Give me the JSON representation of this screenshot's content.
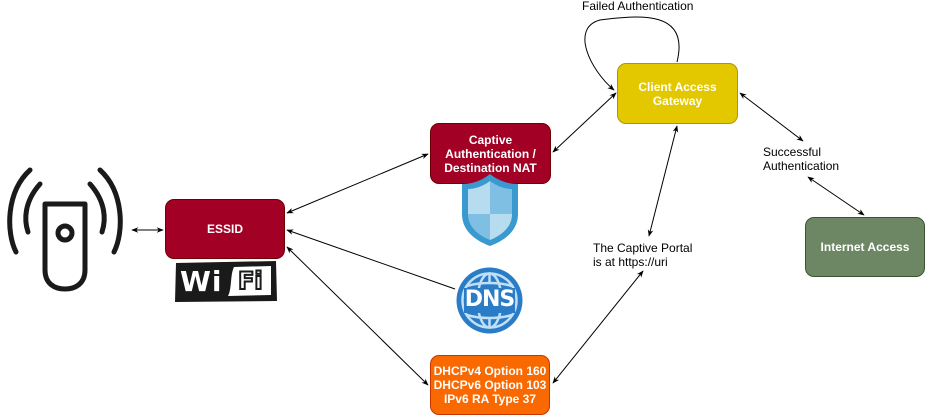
{
  "diagram": {
    "title": "Captive Portal Flow",
    "nodes": {
      "essid": {
        "label": "ESSID",
        "color": "#a20025"
      },
      "captive": {
        "label": "Captive\nAuthentication /\nDestination NAT",
        "color": "#a20025"
      },
      "gateway": {
        "label": "Client Access\nGateway",
        "color": "#e3c800"
      },
      "internet": {
        "label": "Internet Access",
        "color": "#6d8764"
      },
      "dhcp": {
        "label": "DHCPv4 Option 160\nDHCPv6 Option 103\nIPv6 RA Type 37",
        "color": "#fa6800"
      }
    },
    "labels": {
      "failed": "Failed Authentication",
      "success": "Successful\nAuthentication",
      "portal": "The Captive Portal\nis at https://uri"
    },
    "icons": {
      "wifi_logo_left": "Wi",
      "wifi_logo_right": "Fi",
      "dns": "DNS",
      "access_point": "access-point-icon",
      "shield": "shield-icon",
      "globe": "dns-globe-icon"
    },
    "edges": [
      {
        "from": "access-point",
        "to": "essid",
        "type": "bidirectional"
      },
      {
        "from": "essid",
        "to": "captive",
        "type": "bidirectional"
      },
      {
        "from": "dns",
        "to": "essid",
        "type": "directed"
      },
      {
        "from": "essid",
        "to": "dhcp",
        "type": "bidirectional"
      },
      {
        "from": "captive",
        "to": "gateway",
        "type": "bidirectional"
      },
      {
        "from": "gateway",
        "to": "gateway",
        "type": "self-loop",
        "label": "Failed Authentication"
      },
      {
        "from": "gateway",
        "to": "success-label",
        "type": "bidirectional"
      },
      {
        "from": "success-label",
        "to": "internet",
        "type": "bidirectional"
      },
      {
        "from": "gateway",
        "to": "portal-label",
        "type": "bidirectional"
      },
      {
        "from": "portal-label",
        "to": "dhcp",
        "type": "bidirectional"
      }
    ]
  }
}
